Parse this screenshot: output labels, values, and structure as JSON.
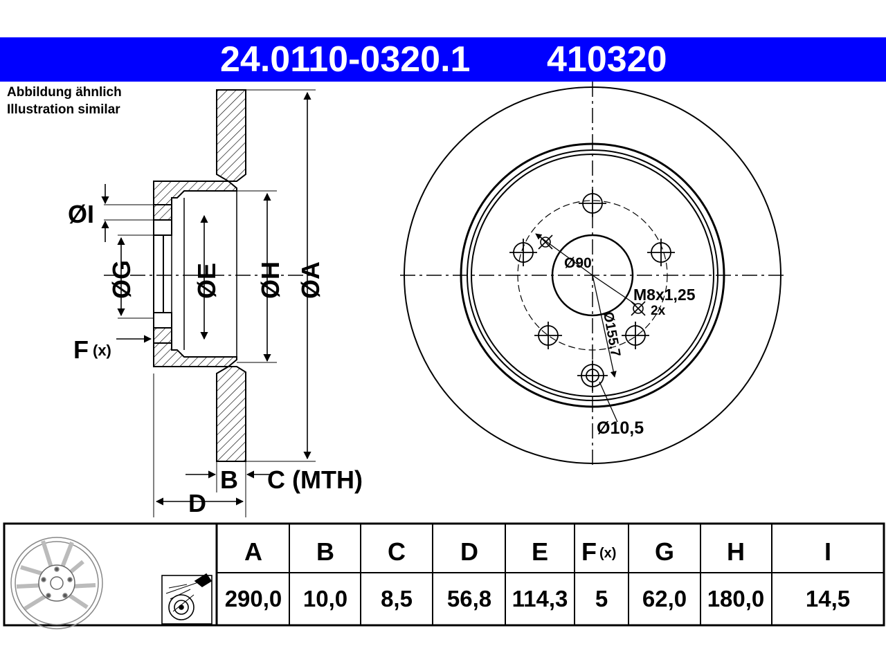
{
  "header": {
    "part_number": "24.0110-0320.1",
    "ref_number": "410320",
    "background": "#0000ff",
    "text_color": "#ffffff"
  },
  "notes": {
    "de": "Abbildung ähnlich",
    "en": "Illustration similar"
  },
  "side_view": {
    "label_I": "ØI",
    "label_G": "ØG",
    "label_E": "ØE",
    "label_H": "ØH",
    "label_A": "ØA",
    "label_F": "F",
    "label_F_sub": "(x)",
    "label_B": "B",
    "label_C": "C (MTH)",
    "label_D": "D"
  },
  "front_view": {
    "center_bore": "Ø90",
    "thread": "M8x1,25",
    "thread_count": "2x",
    "pitch_circle": "Ø155,7",
    "hole_diameter": "Ø10,5"
  },
  "table": {
    "headers": [
      "A",
      "B",
      "C",
      "D",
      "E",
      "F",
      "G",
      "H",
      "I"
    ],
    "header_F_sub": "(x)",
    "values": [
      "290,0",
      "10,0",
      "8,5",
      "56,8",
      "114,3",
      "5",
      "62,0",
      "180,0",
      "14,5"
    ]
  },
  "icons": [
    "brake-disc-thumbnail-icon",
    "spray-cleaning-icon"
  ]
}
